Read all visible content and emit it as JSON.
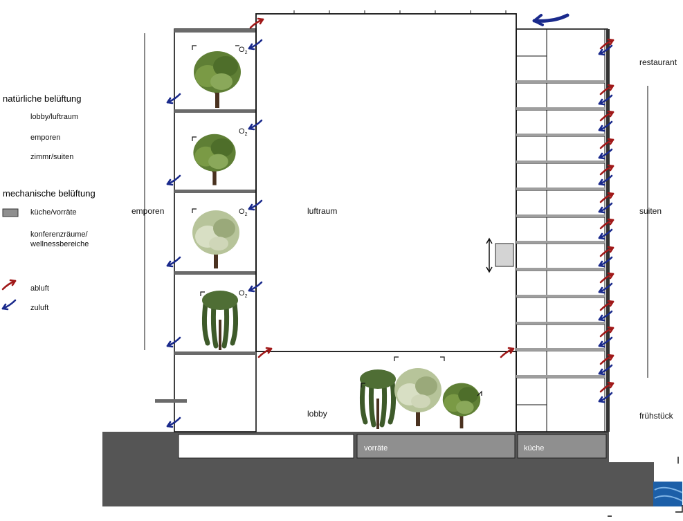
{
  "legend": {
    "natural_heading": "natürliche belüftung",
    "natural_items": [
      "lobby/luftraum",
      "emporen",
      "zimmr/suiten"
    ],
    "mechanical_heading": "mechanische belüftung",
    "mechanical_items": [
      "küche/vorräte",
      "konferenzräume/",
      "wellnessbereiche"
    ],
    "abluft": "abluft",
    "zuluft": "zuluft"
  },
  "labels": {
    "emporen": "emporen",
    "luftraum": "luftraum",
    "lobby": "lobby",
    "vorraete": "vorräte",
    "kueche": "küche",
    "restaurant": "restaurant",
    "suiten": "suiten",
    "fruehstueck": "frühstück",
    "o2": "O",
    "o2_sub": "2"
  },
  "colors": {
    "abluft": "#a01818",
    "zuluft": "#1a2a8c",
    "foundation": "#555555",
    "service": "#8f8f8f",
    "wall": "#111111",
    "water": "#1c5fa8"
  }
}
